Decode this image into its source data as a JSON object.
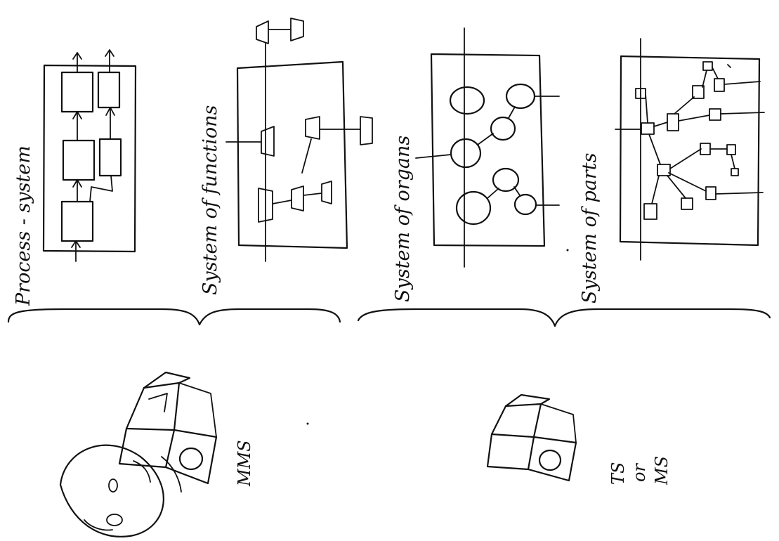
{
  "labels": {
    "process_system": "Process - system",
    "system_of_functions": "System of functions",
    "system_of_organs": "System of organs",
    "system_of_parts": "System of parts",
    "mms": "MMS",
    "ts_line1": "TS",
    "ts_line2": "or",
    "ts_line3": "MS"
  },
  "colors": {
    "ink": "#111111",
    "paper": "#ffffff"
  }
}
